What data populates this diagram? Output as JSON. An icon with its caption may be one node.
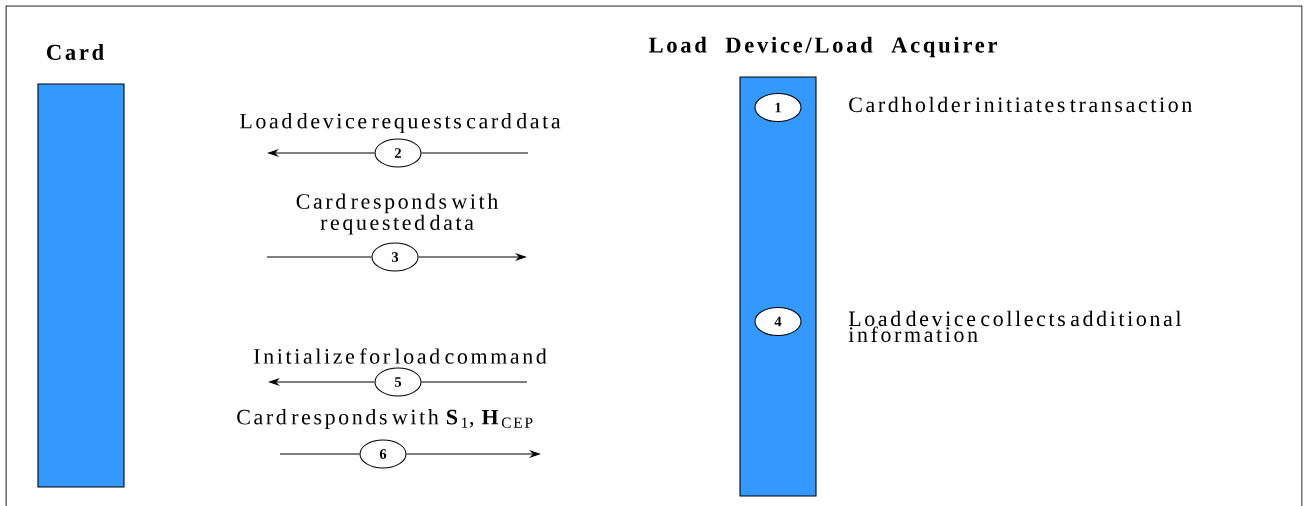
{
  "diagram": {
    "nodes": [
      {
        "text": [
          "Card"
        ]
      },
      {
        "text": [
          "Load Device/Load Acquirer"
        ]
      },
      {
        "text": [
          "1"
        ],
        "in": 1,
        "beside": [
          "Cardholder initiates transaction"
        ]
      },
      {
        "text": [
          "2"
        ],
        "beside": [
          "Load device requests card data"
        ]
      },
      {
        "text": [
          "3"
        ],
        "beside": [
          "Card responds with requested data"
        ]
      },
      {
        "text": [
          "4"
        ],
        "in": 1,
        "beside": [
          "Load device collects additional information"
        ]
      },
      {
        "text": [
          "5"
        ],
        "beside": [
          "Initialize for load command"
        ]
      },
      {
        "text": [
          "6"
        ],
        "beside": [
          "Card responds with **S**$_{1}$, **H**$_{CEP}$"
        ]
      }
    ],
    "edges": [
      {
        "from": null,
        "to": 3,
        "arrow": "none"
      },
      {
        "from": 3,
        "to": null,
        "arrow": "to"
      },
      {
        "from": null,
        "to": 4,
        "arrow": "none"
      },
      {
        "from": 4,
        "to": null,
        "arrow": "to"
      },
      {
        "from": null,
        "to": 6,
        "arrow": "none"
      },
      {
        "from": 6,
        "to": null,
        "arrow": "to"
      },
      {
        "from": null,
        "to": 7,
        "arrow": "none"
      },
      {
        "from": 7,
        "to": null,
        "arrow": "to"
      }
    ]
  }
}
